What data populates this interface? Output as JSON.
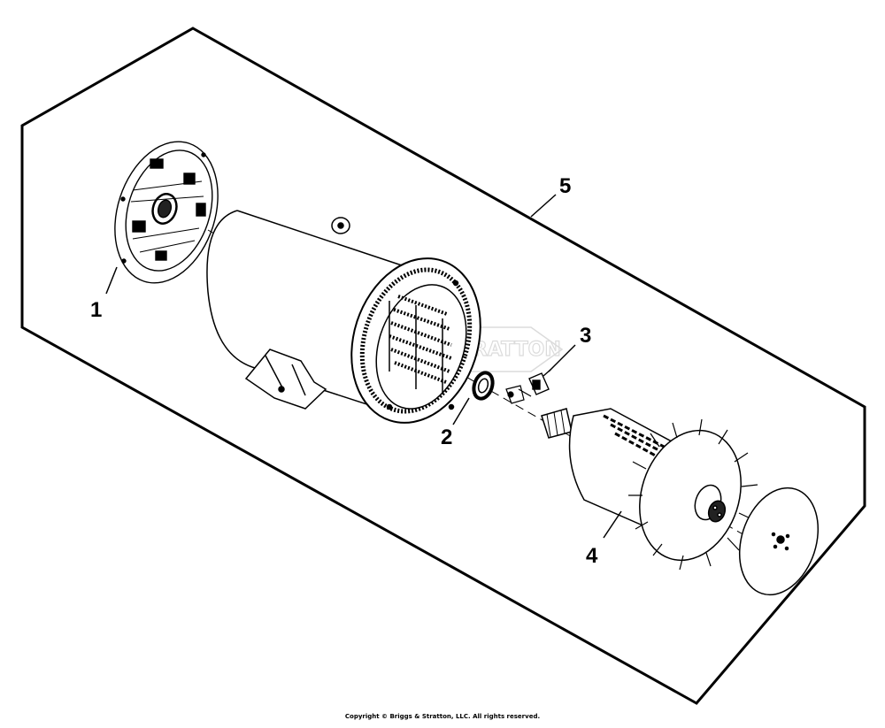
{
  "callouts": {
    "c1": "1",
    "c2": "2",
    "c3": "3",
    "c4": "4",
    "c5": "5"
  },
  "watermark": "BRIGGS&STRATTON",
  "copyright": "Copyright © Briggs & Stratton, LLC. All rights reserved."
}
